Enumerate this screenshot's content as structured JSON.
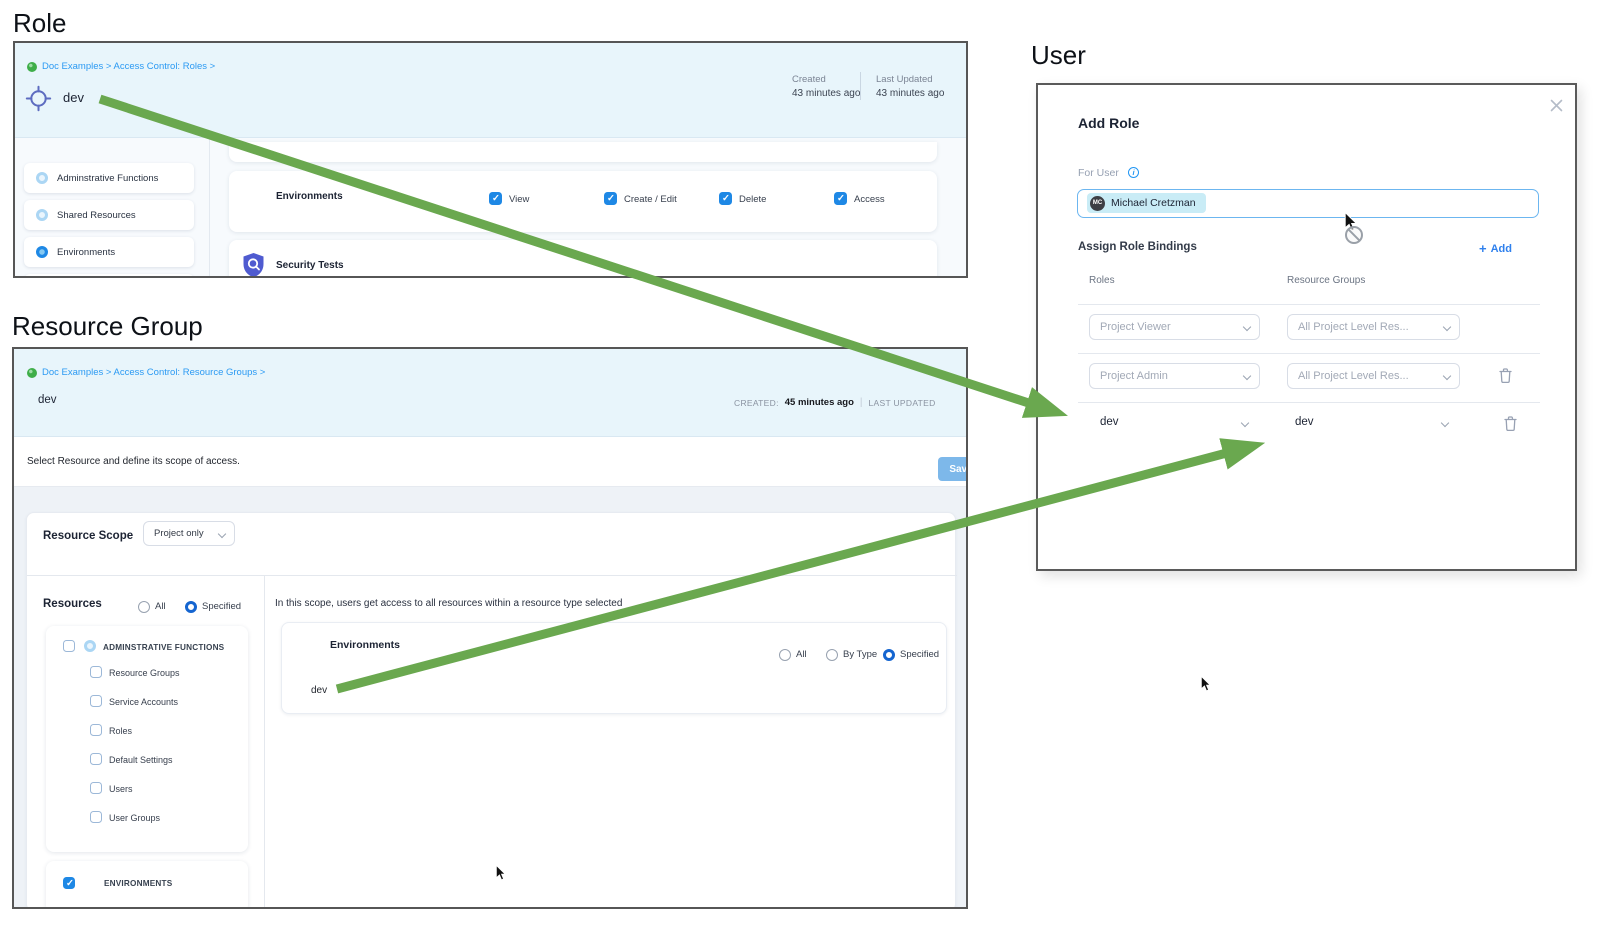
{
  "headings": {
    "role": "Role",
    "resource_group": "Resource Group",
    "user": "User"
  },
  "colors": {
    "accent_blue": "#2196f3",
    "checkbox_blue": "#1e88e5",
    "radio_blue": "#1565d0",
    "arrow_green": "#6aa84f",
    "header_bg": "#e8f5fb",
    "save_button": "#7db8ea",
    "breadcrumb_blue": "#2b9af3",
    "muted_text": "#97a0b2"
  },
  "icons": {
    "check": "✓",
    "close": "✕",
    "chevron_down": "v",
    "plus": "+",
    "info": "i",
    "project": "green-circle",
    "role": "crosshair-target",
    "environments": "blue-circle-cube",
    "security_tests": "indigo-shield",
    "trash": "trash-outline",
    "blocked": "circle-slash"
  },
  "role_panel": {
    "breadcrumb": "Doc Examples > Access Control: Roles >",
    "title": "dev",
    "created_label": "Created",
    "created_value": "43 minutes ago",
    "updated_label": "Last Updated",
    "updated_value": "43 minutes ago",
    "sidebar": [
      {
        "label": "Adminstrative Functions"
      },
      {
        "label": "Shared Resources"
      },
      {
        "label": "Environments"
      }
    ],
    "permissions_row": {
      "resource": "Environments",
      "checkboxes": [
        {
          "label": "View",
          "checked": true
        },
        {
          "label": "Create / Edit",
          "checked": true
        },
        {
          "label": "Delete",
          "checked": true
        },
        {
          "label": "Access",
          "checked": true
        }
      ]
    },
    "second_row": {
      "resource": "Security Tests"
    }
  },
  "resource_group_panel": {
    "breadcrumb": "Doc Examples > Access Control: Resource Groups >",
    "title": "dev",
    "created_label": "CREATED:",
    "created_value": "45 minutes ago",
    "meta_divider": "|",
    "updated_label": "LAST UPDATED",
    "subtitle": "Select Resource and define its scope of access.",
    "save_label": "Save",
    "resource_scope_label": "Resource Scope",
    "resource_scope_value": "Project only",
    "resources_label": "Resources",
    "resources_radio_all": "All",
    "resources_radio_specified": "Specified",
    "admin_group": {
      "label": "ADMINSTRATIVE FUNCTIONS",
      "checked": false,
      "children": [
        "Resource Groups",
        "Service Accounts",
        "Roles",
        "Default Settings",
        "Users",
        "User Groups"
      ]
    },
    "environments_group": {
      "label": "ENVIRONMENTS",
      "checked": true
    },
    "scope_note": "In this scope, users get access to all resources within a resource type selected",
    "env_card": {
      "label": "Environments",
      "radio_all": "All",
      "radio_by_type": "By Type",
      "radio_specified": "Specified",
      "value": "dev"
    }
  },
  "user_dialog": {
    "title": "Add Role",
    "for_user_label": "For User",
    "user_chip": {
      "initials": "MC",
      "name": "Michael Cretzman"
    },
    "bindings_label": "Assign Role Bindings",
    "add_plus": "+",
    "add_label": "Add",
    "col_roles": "Roles",
    "col_resource_groups": "Resource Groups",
    "rows": [
      {
        "role": "Project Viewer",
        "resource_group": "All Project Level Res..."
      },
      {
        "role": "Project Admin",
        "resource_group": "All Project Level Res..."
      },
      {
        "role": "dev",
        "resource_group": "dev"
      }
    ]
  }
}
